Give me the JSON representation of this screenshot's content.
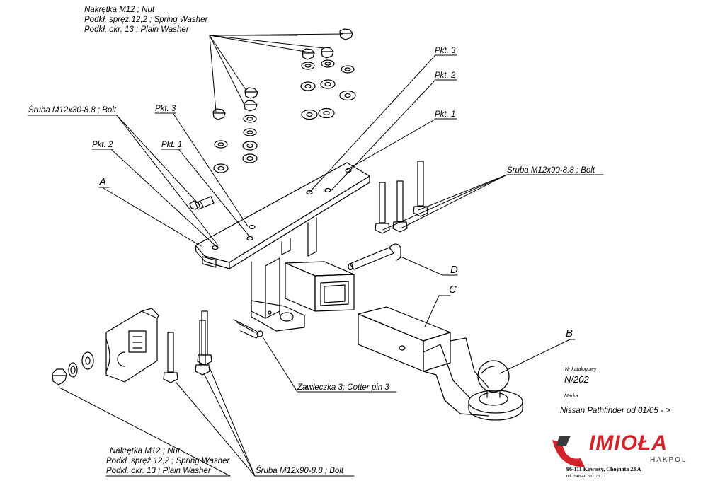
{
  "labels": {
    "nut_top_l1": "Nakrętka  M12 ; Nut",
    "nut_top_l2": "Podkł. spręż.12,2 ; Spring Washer",
    "nut_top_l3": "Podkł. okr. 13 ; Plain Washer",
    "bolt_m12x30": "Śruba M12x30-8.8 ;  Bolt",
    "pkt3_left": "Pkt. 3",
    "pkt2_left": "Pkt. 2",
    "pkt1_left": "Pkt. 1",
    "pkt3_right": "Pkt. 3",
    "pkt2_right": "Pkt. 2",
    "pkt1_right": "Pkt. 1",
    "bolt_m12x90_right": "Śruba M12x90-8.8 ;  Bolt",
    "cotter_pin": "Zawleczka  3;  Cotter pin 3",
    "nut_bottom_l1": "Nakrętka  M12 ; Nut",
    "nut_bottom_l2": "Podkł. spręż.12,2 ; Spring Washer",
    "nut_bottom_l3": "Podkł. okr. 13 ; Plain Washer",
    "bolt_m12x90_bottom": "Śruba M12x90-8.8 ;  Bolt"
  },
  "part_letters": {
    "A": "A",
    "B": "B",
    "C": "C",
    "D": "D"
  },
  "catalog": {
    "nr_label": "Nr katalogowy",
    "nr_value": "N/202",
    "brand_label": "Marka",
    "model": "Nissan Pathfinder     od 01/05 - >"
  },
  "company": {
    "logo_name": "IMIOŁA",
    "logo_sub": "HAKPOL",
    "address": "96-111 Kowiesy, Chojnata 23 A",
    "phone": "tel. +48 46 831 73 31"
  },
  "colors": {
    "line": "#000000",
    "logo_dark": "#3a3a3a",
    "logo_red": "#d2232a"
  }
}
